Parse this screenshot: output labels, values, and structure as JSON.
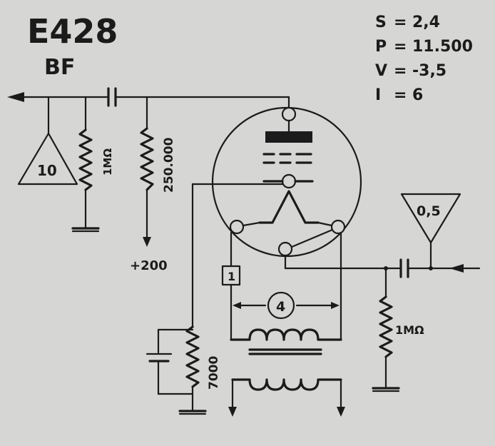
{
  "tube": {
    "type": "E428",
    "function": "BF"
  },
  "parameters": [
    {
      "symbol": "S",
      "value": "2,4"
    },
    {
      "symbol": "P",
      "value": "11.500"
    },
    {
      "symbol": "V",
      "value": "-3,5"
    },
    {
      "symbol": "I",
      "value": "6"
    }
  ],
  "parameter_separator": "=",
  "components": {
    "gain_input": "0,5",
    "gain_output": "10",
    "grid_resistor": "1MΩ",
    "output_resistor": "1MΩ",
    "plate_resistor": "250.000",
    "cathode_resistor": "7000",
    "supply": "+200",
    "heater_voltage": "4",
    "heater_box": "1"
  }
}
